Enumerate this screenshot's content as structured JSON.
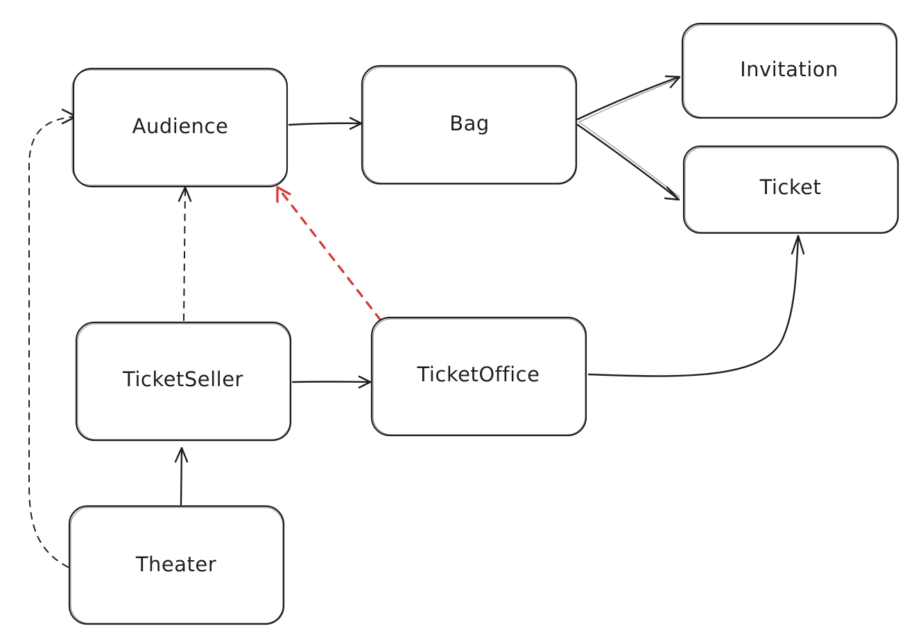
{
  "diagram": {
    "nodes": [
      {
        "id": "audience",
        "label": "Audience"
      },
      {
        "id": "bag",
        "label": "Bag"
      },
      {
        "id": "invitation",
        "label": "Invitation"
      },
      {
        "id": "ticket",
        "label": "Ticket"
      },
      {
        "id": "ticketseller",
        "label": "TicketSeller"
      },
      {
        "id": "ticketoffice",
        "label": "TicketOffice"
      },
      {
        "id": "theater",
        "label": "Theater"
      }
    ],
    "edges": [
      {
        "id": "audience-bag",
        "from": "Audience",
        "to": "Bag",
        "style": "solid"
      },
      {
        "id": "bag-invitation",
        "from": "Bag",
        "to": "Invitation",
        "style": "solid"
      },
      {
        "id": "bag-ticket",
        "from": "Bag",
        "to": "Ticket",
        "style": "solid"
      },
      {
        "id": "ticketseller-audience",
        "from": "TicketSeller",
        "to": "Audience",
        "style": "dashed"
      },
      {
        "id": "ticketoffice-audience",
        "from": "TicketOffice",
        "to": "Audience",
        "style": "dashed",
        "color": "#e03131"
      },
      {
        "id": "ticketseller-ticketoffice",
        "from": "TicketSeller",
        "to": "TicketOffice",
        "style": "solid"
      },
      {
        "id": "ticketoffice-ticket",
        "from": "TicketOffice",
        "to": "Ticket",
        "style": "solid"
      },
      {
        "id": "theater-ticketseller",
        "from": "Theater",
        "to": "TicketSeller",
        "style": "solid"
      },
      {
        "id": "theater-audience",
        "from": "Theater",
        "to": "Audience",
        "style": "dashed"
      }
    ],
    "colors": {
      "stroke": "#1e1e1e",
      "highlight": "#e03131",
      "background": "#ffffff"
    }
  }
}
